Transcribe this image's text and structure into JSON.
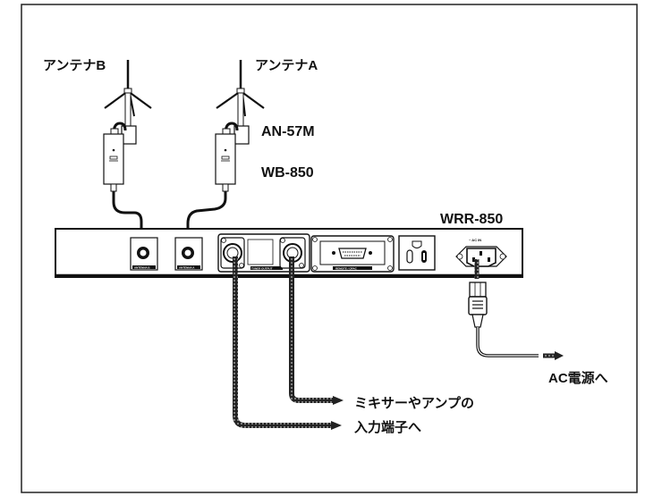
{
  "diagram": {
    "antenna_b_label": "アンテナB",
    "antenna_a_label": "アンテナA",
    "antenna_model": "AN-57M",
    "booster_model": "WB-850",
    "receiver_model": "WRR-850",
    "ac_power_label": "AC電源へ",
    "output_label_line1": "ミキサーやアンプの",
    "output_label_line2": "入力端子へ",
    "panel_labels": {
      "antenna_b": "ANTENNA B",
      "antenna_a": "ANTENNA A",
      "tuner_output": "TUNER OUTPUT",
      "remote": "REMOTE / OPAC",
      "ac_in": "~ AC IN"
    }
  }
}
